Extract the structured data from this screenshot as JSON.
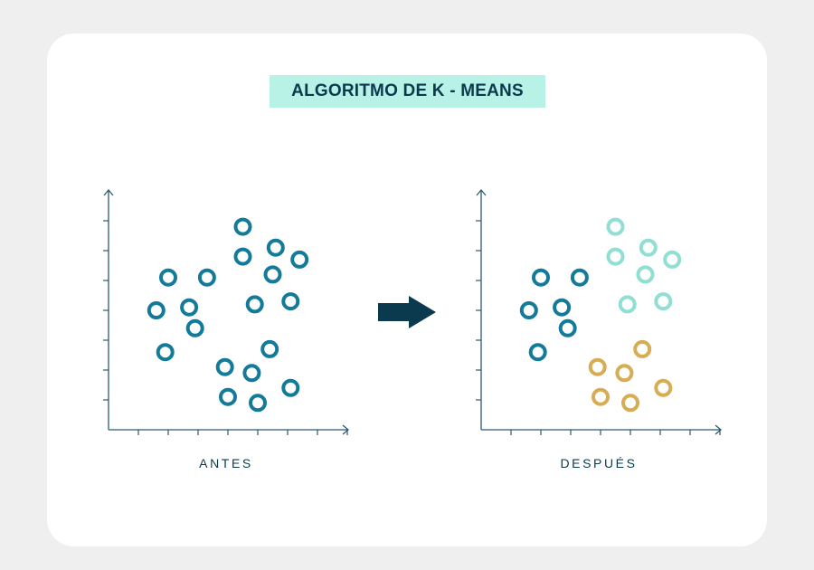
{
  "title": "ALGORITMO DE K - MEANS",
  "panels": {
    "before_label": "ANTES",
    "after_label": "DESPUÉS"
  },
  "colors": {
    "cluster_1": "#137a9a",
    "cluster_2": "#8fdfd3",
    "cluster_3": "#d6ac55",
    "axis": "#2c5a6e",
    "arrow": "#0b3a4e",
    "title_bg": "#b8f2e6",
    "title_text": "#0b3a4e"
  },
  "icons": {
    "transition": "right-arrow-icon"
  },
  "chart_data": [
    {
      "type": "scatter",
      "title": "",
      "caption": "ANTES",
      "xlabel": "",
      "ylabel": "",
      "x_ticks": 8,
      "y_ticks": 7,
      "series": [
        {
          "color": "#137a9a",
          "points": [
            [
              2.0,
              5.1
            ],
            [
              3.3,
              5.1
            ],
            [
              1.6,
              4.0
            ],
            [
              2.7,
              4.1
            ],
            [
              2.9,
              3.4
            ],
            [
              1.9,
              2.6
            ],
            [
              4.5,
              6.8
            ],
            [
              4.5,
              5.8
            ],
            [
              5.6,
              6.1
            ],
            [
              6.4,
              5.7
            ],
            [
              5.5,
              5.2
            ],
            [
              4.9,
              4.2
            ],
            [
              6.1,
              4.3
            ],
            [
              5.4,
              2.7
            ],
            [
              3.9,
              2.1
            ],
            [
              4.8,
              1.9
            ],
            [
              6.1,
              1.4
            ],
            [
              4.0,
              1.1
            ],
            [
              5.0,
              0.9
            ]
          ]
        }
      ]
    },
    {
      "type": "scatter",
      "title": "",
      "caption": "DESPUÉS",
      "xlabel": "",
      "ylabel": "",
      "x_ticks": 8,
      "y_ticks": 7,
      "series": [
        {
          "color": "#137a9a",
          "points": [
            [
              2.0,
              5.1
            ],
            [
              3.3,
              5.1
            ],
            [
              1.6,
              4.0
            ],
            [
              2.7,
              4.1
            ],
            [
              2.9,
              3.4
            ],
            [
              1.9,
              2.6
            ]
          ]
        },
        {
          "color": "#8fdfd3",
          "points": [
            [
              4.5,
              6.8
            ],
            [
              4.5,
              5.8
            ],
            [
              5.6,
              6.1
            ],
            [
              6.4,
              5.7
            ],
            [
              5.5,
              5.2
            ],
            [
              4.9,
              4.2
            ],
            [
              6.1,
              4.3
            ]
          ]
        },
        {
          "color": "#d6ac55",
          "points": [
            [
              5.4,
              2.7
            ],
            [
              3.9,
              2.1
            ],
            [
              4.8,
              1.9
            ],
            [
              6.1,
              1.4
            ],
            [
              4.0,
              1.1
            ],
            [
              5.0,
              0.9
            ]
          ]
        }
      ]
    }
  ]
}
